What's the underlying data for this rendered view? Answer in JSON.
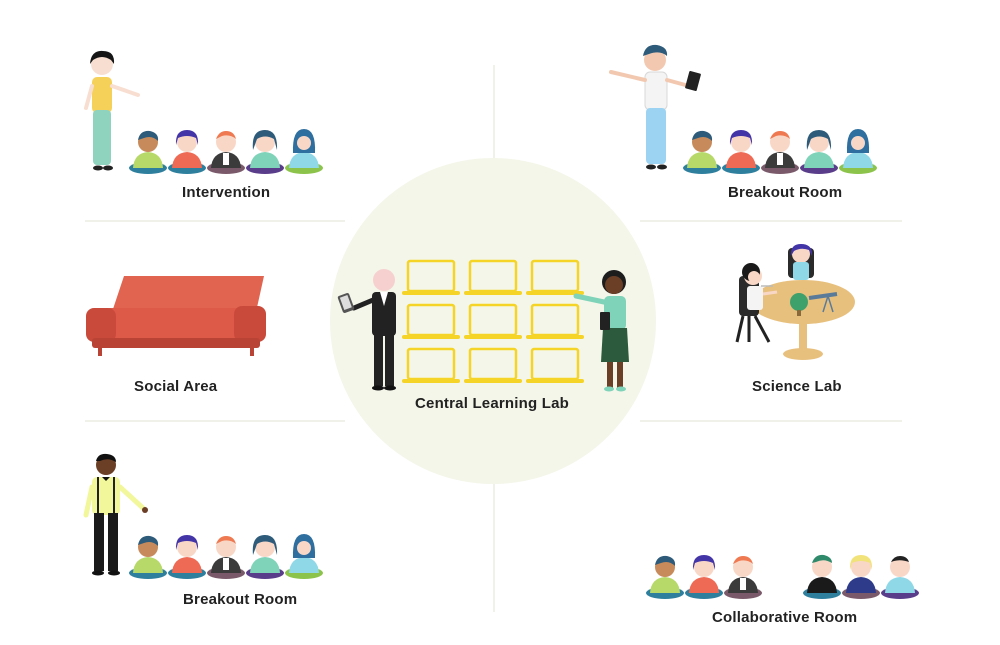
{
  "zones": {
    "intervention": "Intervention",
    "breakout_top": "Breakout Room",
    "social": "Social Area",
    "central": "Central Learning Lab",
    "science": "Science Lab",
    "breakout_bottom": "Breakout Room",
    "collaborative": "Collaborative Room"
  },
  "colors": {
    "laptop": "#f5d327",
    "sofa": "#dd5a49",
    "table": "#e8c07e",
    "circle": "#f3f6e9"
  }
}
